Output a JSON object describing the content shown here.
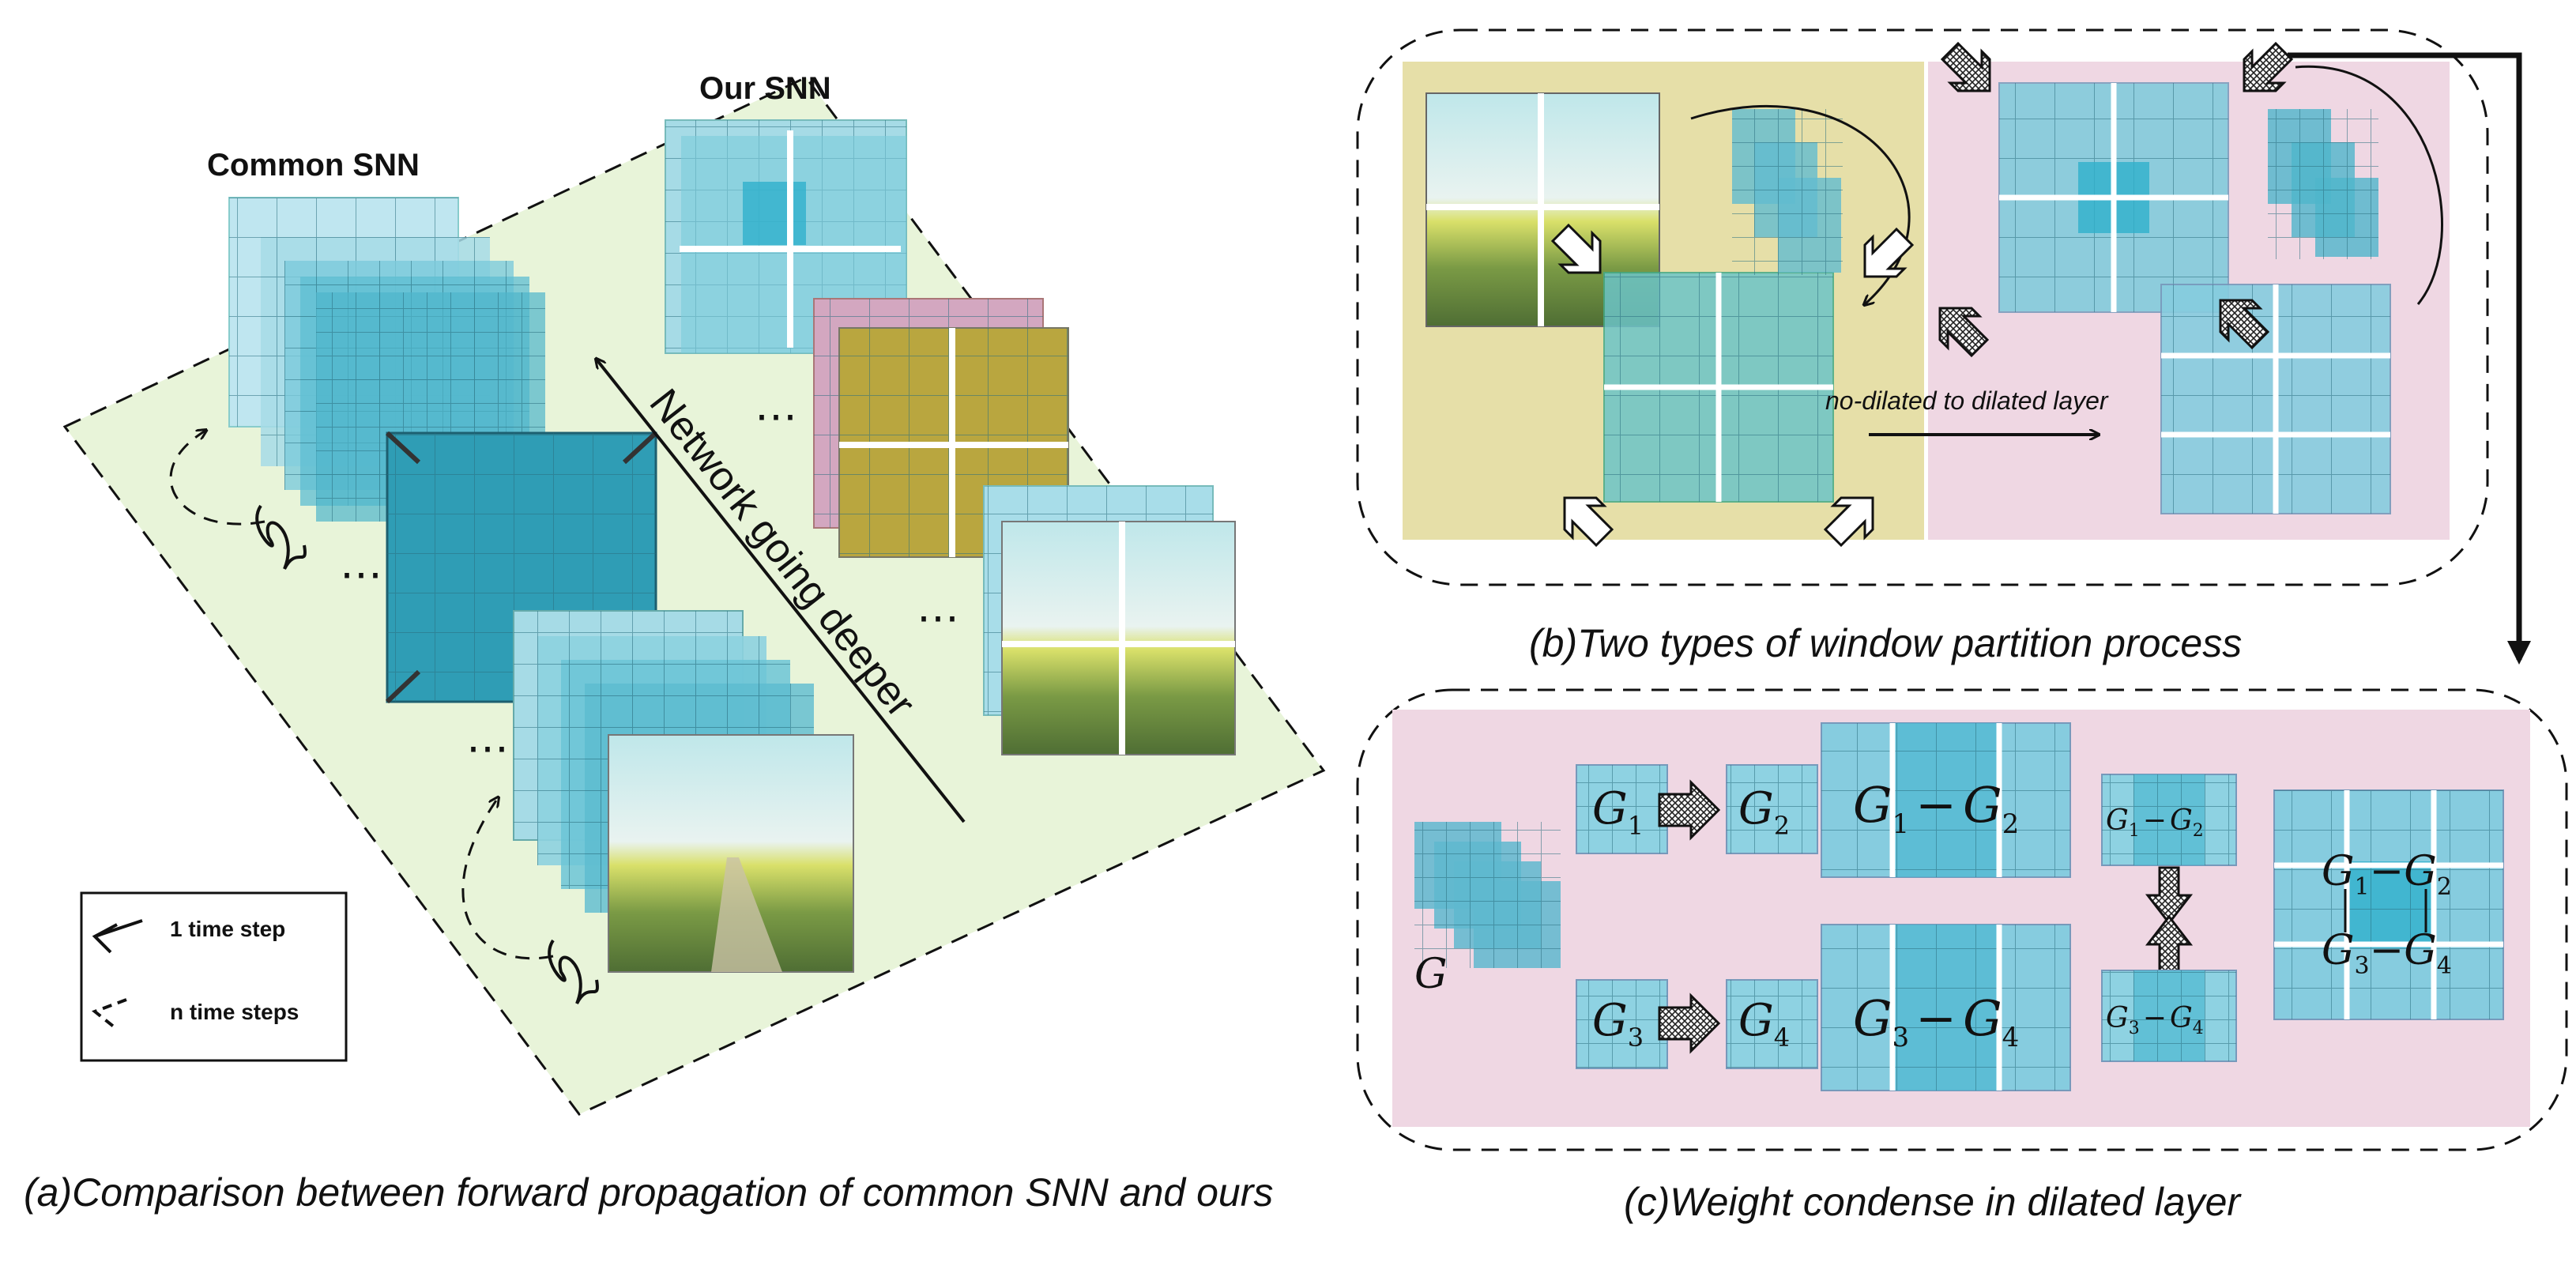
{
  "panel_a": {
    "common_snn_title": "Common SNN",
    "our_snn_title": "Our SNN",
    "network_arrow_label": "Network going deeper",
    "ellipsis": "⋯",
    "legend": {
      "one_step_label": "1 time step",
      "n_steps_label": "n time steps"
    },
    "caption": "(a)Comparison between forward propagation of common SNN and ours"
  },
  "panel_b": {
    "arrow_label": "no-dilated to dilated layer",
    "caption": "(b)Two types of window partition process"
  },
  "panel_c": {
    "g": "G",
    "g1": "G",
    "g2": "G",
    "g3": "G",
    "g4": "G",
    "sub1": "1",
    "sub2": "2",
    "sub3": "3",
    "sub4": "4",
    "minus": "−",
    "caption": "(c)Weight condense in dilated layer"
  },
  "colors": {
    "teal": "#3fb3c9",
    "teal_dark": "#2a8fa6",
    "light_blue": "#a8dde9",
    "green_bg": "#e6f3d6",
    "yellow_bg": "#e6dfa8",
    "pink_bg": "#efd7e3",
    "olive": "#b8a33d",
    "mauve": "#c79ab2"
  }
}
